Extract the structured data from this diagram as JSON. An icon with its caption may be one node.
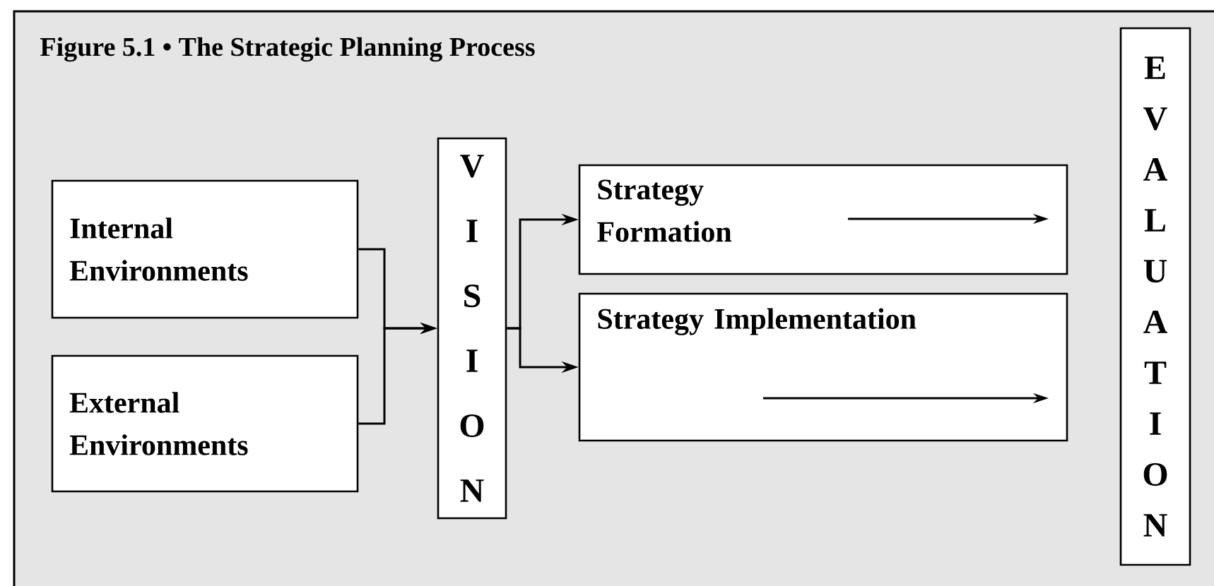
{
  "diagram": {
    "title": "Figure 5.1 • The Strategic Planning Process",
    "nodes": [
      {
        "text": [
          "Internal Environments"
        ]
      },
      {
        "text": [
          "External Environments"
        ]
      },
      {
        "text": [
          "VISION"
        ]
      },
      {
        "text": [
          "Strategy Formation"
        ]
      },
      {
        "text": [
          "Strategy Implementation"
        ]
      },
      {
        "text": [
          "EVALUATION"
        ]
      }
    ],
    "edges": [
      {
        "from": 0,
        "to": 2,
        "arrow": "to"
      },
      {
        "from": 1,
        "to": 2,
        "arrow": "to"
      },
      {
        "from": 2,
        "to": 3,
        "arrow": "to"
      },
      {
        "from": 2,
        "to": 4,
        "arrow": "to"
      }
    ]
  }
}
